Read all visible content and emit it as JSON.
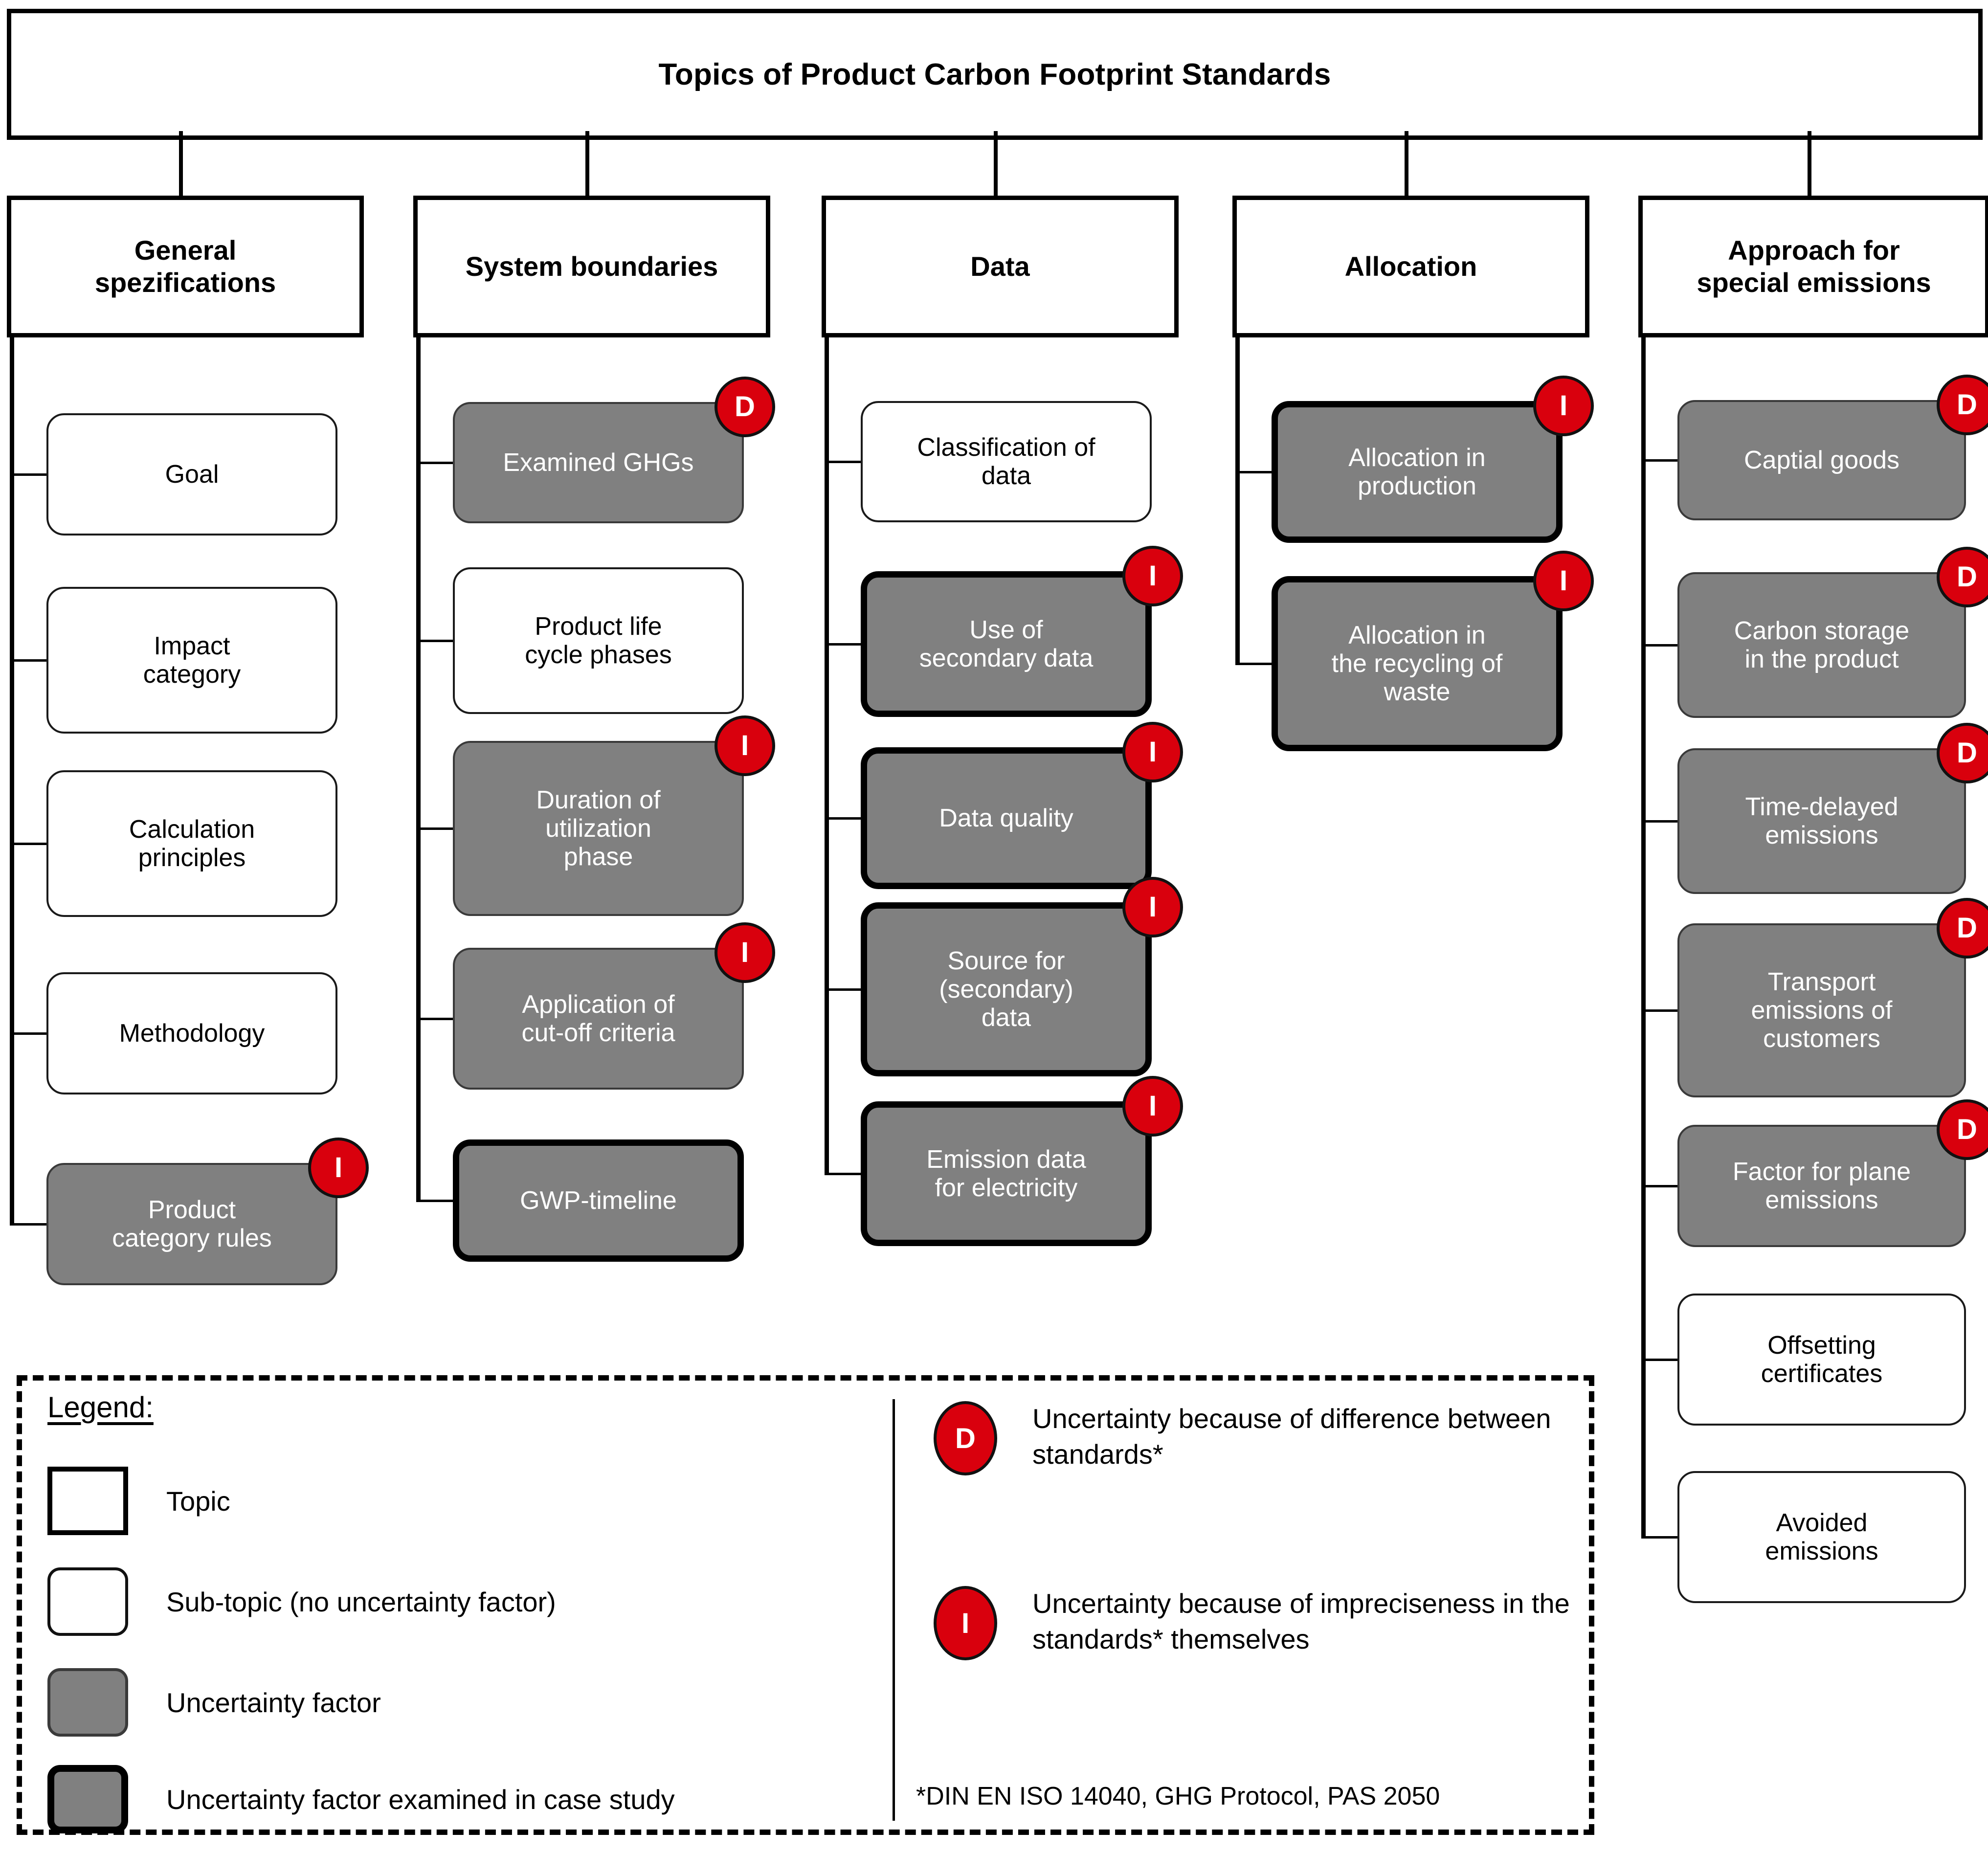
{
  "root": {
    "title": "Topics of Product Carbon Footprint Standards"
  },
  "colors": {
    "uncertainty_fill": "#808080",
    "badge_red": "#D9000D",
    "outline": "#000000",
    "box_fill": "#FFFFFF"
  },
  "columns": [
    {
      "id": "general-spezifications",
      "header": "General\nspezifications",
      "items": [
        {
          "label": "Goal",
          "type": "sub-topic",
          "badge": null
        },
        {
          "label": "Impact\ncategory",
          "type": "sub-topic",
          "badge": null
        },
        {
          "label": "Calculation\nprinciples",
          "type": "sub-topic",
          "badge": null
        },
        {
          "label": "Methodology",
          "type": "sub-topic",
          "badge": null
        },
        {
          "label": "Product\ncategory rules",
          "type": "uncertainty-factor",
          "badge": "I"
        }
      ]
    },
    {
      "id": "system-boundaries",
      "header": "System boundaries",
      "items": [
        {
          "label": "Examined GHGs",
          "type": "uncertainty-factor",
          "badge": "D"
        },
        {
          "label": "Product life\ncycle phases",
          "type": "sub-topic",
          "badge": null
        },
        {
          "label": "Duration of\nutilization\nphase",
          "type": "uncertainty-factor",
          "badge": "I"
        },
        {
          "label": "Application of\ncut-off criteria",
          "type": "uncertainty-factor",
          "badge": "I"
        },
        {
          "label": "GWP-timeline",
          "type": "uncertainty-factor-case-study",
          "badge": null
        }
      ]
    },
    {
      "id": "data",
      "header": "Data",
      "items": [
        {
          "label": "Classification of\ndata",
          "type": "sub-topic",
          "badge": null
        },
        {
          "label": "Use of\nsecondary data",
          "type": "uncertainty-factor-case-study",
          "badge": "I"
        },
        {
          "label": "Data quality",
          "type": "uncertainty-factor-case-study",
          "badge": "I"
        },
        {
          "label": "Source for\n(secondary)\ndata",
          "type": "uncertainty-factor-case-study",
          "badge": "I"
        },
        {
          "label": "Emission data\nfor electricity",
          "type": "uncertainty-factor-case-study",
          "badge": "I"
        }
      ]
    },
    {
      "id": "allocation",
      "header": "Allocation",
      "items": [
        {
          "label": "Allocation in\nproduction",
          "type": "uncertainty-factor-case-study",
          "badge": "I"
        },
        {
          "label": "Allocation in\nthe recycling of\nwaste",
          "type": "uncertainty-factor-case-study",
          "badge": "I"
        }
      ]
    },
    {
      "id": "approach-for-special-emissions",
      "header": "Approach for\nspecial emissions",
      "items": [
        {
          "label": "Captial goods",
          "type": "uncertainty-factor",
          "badge": "D"
        },
        {
          "label": "Carbon storage\nin the product",
          "type": "uncertainty-factor",
          "badge": "D"
        },
        {
          "label": "Time-delayed\nemissions",
          "type": "uncertainty-factor",
          "badge": "D"
        },
        {
          "label": "Transport\nemissions of\ncustomers",
          "type": "uncertainty-factor",
          "badge": "D"
        },
        {
          "label": "Factor for plane\nemissions",
          "type": "uncertainty-factor",
          "badge": "D"
        },
        {
          "label": "Offsetting\ncertificates",
          "type": "sub-topic",
          "badge": null
        },
        {
          "label": "Avoided\nemissions",
          "type": "sub-topic",
          "badge": null
        }
      ]
    }
  ],
  "legend": {
    "title": "Legend:",
    "shapes": [
      {
        "key": "topic",
        "label": "Topic"
      },
      {
        "key": "sub-topic",
        "label": "Sub-topic (no uncertainty factor)"
      },
      {
        "key": "uncertainty-factor",
        "label": "Uncertainty factor"
      },
      {
        "key": "uncertainty-factor-case-study",
        "label": "Uncertainty factor examined in case study"
      }
    ],
    "badges": [
      {
        "symbol": "D",
        "description": "Uncertainty because of difference between standards*"
      },
      {
        "symbol": "I",
        "description": "Uncertainty because of impreciseness in the standards* themselves"
      }
    ],
    "footnote": "*DIN EN ISO 14040, GHG Protocol, PAS 2050"
  }
}
